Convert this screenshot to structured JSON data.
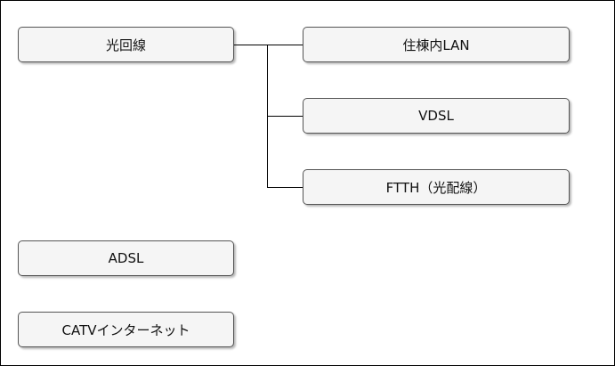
{
  "diagram": {
    "root": {
      "label": "光回線"
    },
    "children": [
      {
        "label": "住棟内LAN"
      },
      {
        "label": "VDSL"
      },
      {
        "label": "FTTH（光配線）"
      }
    ],
    "standalone": [
      {
        "label": "ADSL"
      },
      {
        "label": "CATVインターネット"
      }
    ]
  }
}
